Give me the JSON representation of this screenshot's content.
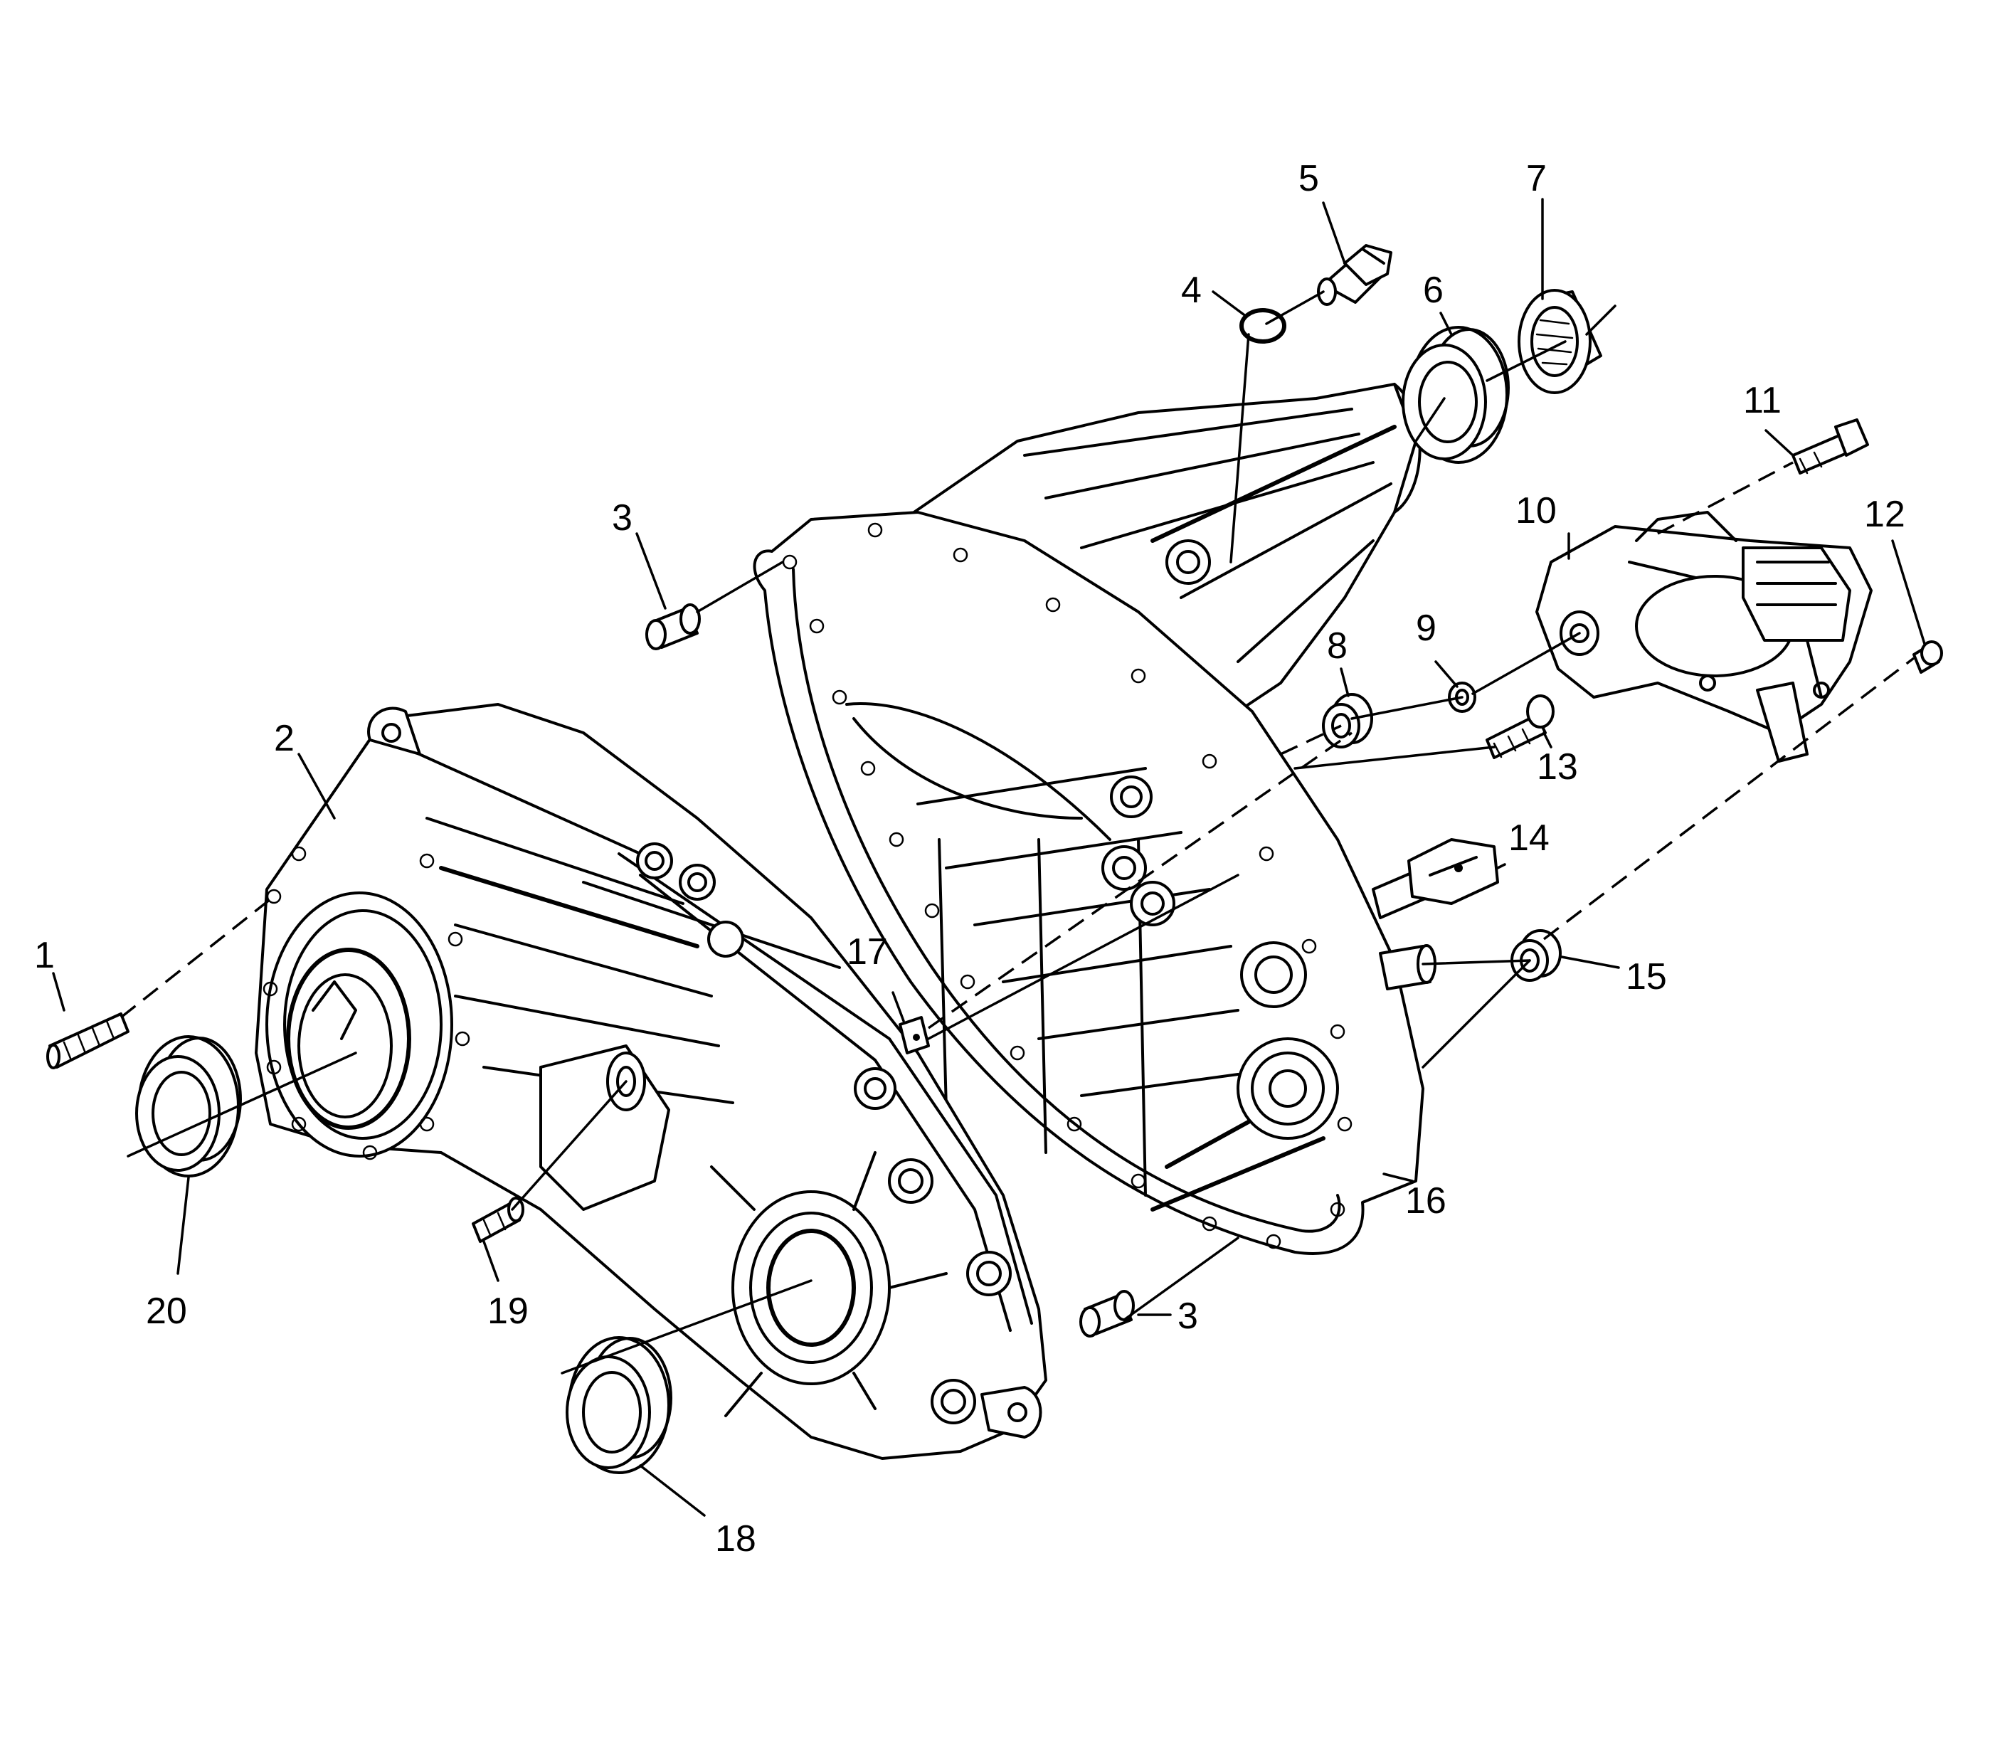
{
  "callouts": [
    {
      "id": "c1",
      "text": "1"
    },
    {
      "id": "c2",
      "text": "2"
    },
    {
      "id": "c3a",
      "text": "3"
    },
    {
      "id": "c3b",
      "text": "3"
    },
    {
      "id": "c4",
      "text": "4"
    },
    {
      "id": "c5",
      "text": "5"
    },
    {
      "id": "c6",
      "text": "6"
    },
    {
      "id": "c7",
      "text": "7"
    },
    {
      "id": "c8",
      "text": "8"
    },
    {
      "id": "c9",
      "text": "9"
    },
    {
      "id": "c10",
      "text": "10"
    },
    {
      "id": "c11",
      "text": "11"
    },
    {
      "id": "c12",
      "text": "12"
    },
    {
      "id": "c13",
      "text": "13"
    },
    {
      "id": "c14",
      "text": "14"
    },
    {
      "id": "c15",
      "text": "15"
    },
    {
      "id": "c16",
      "text": "16"
    },
    {
      "id": "c17",
      "text": "17"
    },
    {
      "id": "c18",
      "text": "18"
    },
    {
      "id": "c19",
      "text": "19"
    },
    {
      "id": "c20",
      "text": "20"
    }
  ]
}
